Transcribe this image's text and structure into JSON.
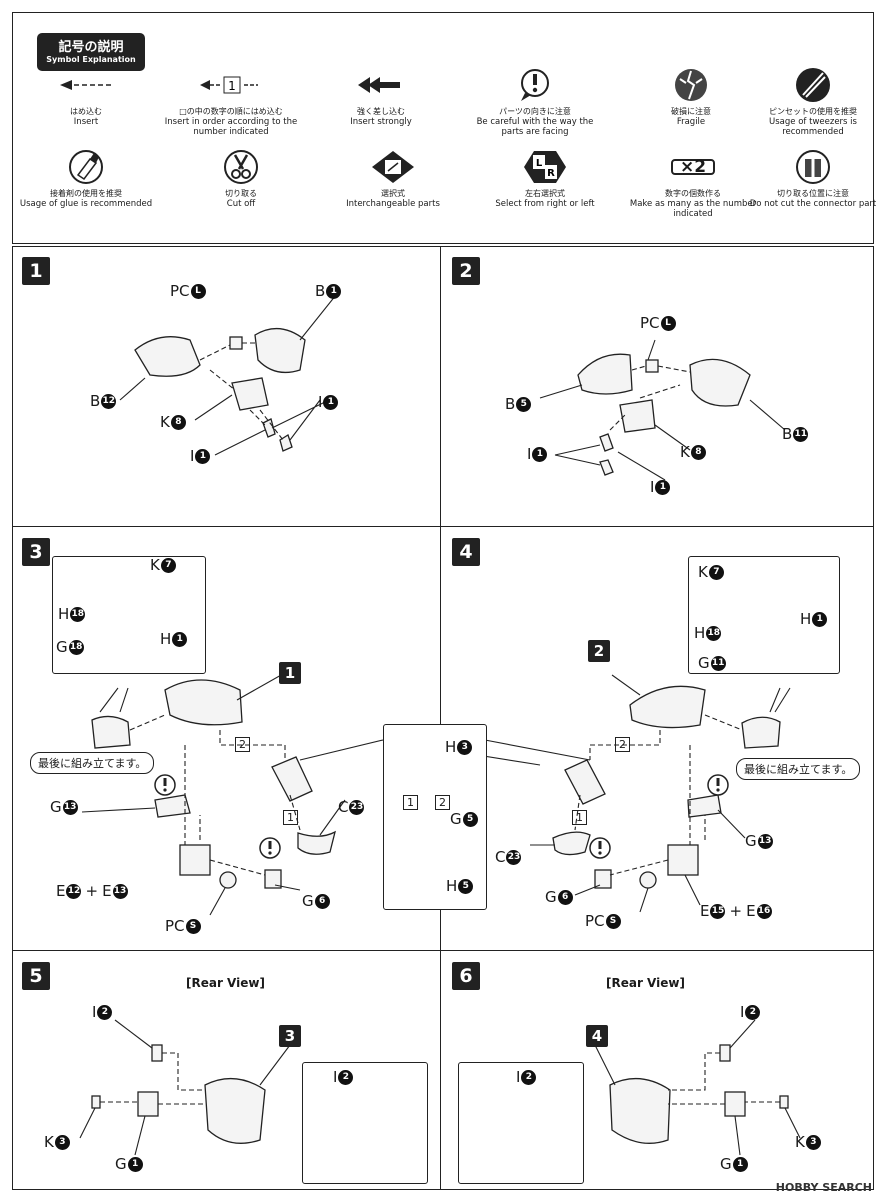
{
  "legend": {
    "title_jp": "記号の説明",
    "title_en": "Symbol Explanation",
    "symbols": [
      {
        "jp": "はめ込む",
        "en": "Insert",
        "icon": "insert-arrow-icon"
      },
      {
        "jp": "□の中の数字の順にはめ込む",
        "en": "Insert in order according to the number indicated",
        "icon": "numbered-insert-icon",
        "num": "1"
      },
      {
        "jp": "強く差し込む",
        "en": "Insert strongly",
        "icon": "insert-strongly-icon"
      },
      {
        "jp": "パーツの向きに注意",
        "en": "Be careful with the way the parts are facing",
        "icon": "caution-icon"
      },
      {
        "jp": "破損に注意",
        "en": "Fragile",
        "icon": "fragile-icon"
      },
      {
        "jp": "ピンセットの使用を推奨",
        "en": "Usage of tweezers is recommended",
        "icon": "tweezers-icon"
      },
      {
        "jp": "接着剤の使用を推奨",
        "en": "Usage of glue is recommended",
        "icon": "glue-icon"
      },
      {
        "jp": "切り取る",
        "en": "Cut off",
        "icon": "cut-off-icon"
      },
      {
        "jp": "選択式",
        "en": "Interchangeable parts",
        "icon": "interchangeable-icon"
      },
      {
        "jp": "左右選択式",
        "en": "Select from right or left",
        "icon": "left-right-select-icon"
      },
      {
        "jp": "数字の個数作る",
        "en": "Make as many as the number indicated",
        "icon": "multiply-icon",
        "num": "×2"
      },
      {
        "jp": "切り取る位置に注意",
        "en": "Do not cut the connector part",
        "icon": "cut-position-icon"
      }
    ]
  },
  "steps": {
    "s1": {
      "num": "1",
      "labels": [
        [
          "PC",
          "L"
        ],
        [
          "B",
          "1"
        ],
        [
          "B",
          "12"
        ],
        [
          "K",
          "8"
        ],
        [
          "I",
          "1"
        ],
        [
          "I",
          "1"
        ]
      ]
    },
    "s2": {
      "num": "2",
      "labels": [
        [
          "PC",
          "L"
        ],
        [
          "B",
          "5"
        ],
        [
          "B",
          "11"
        ],
        [
          "K",
          "8"
        ],
        [
          "I",
          "1"
        ],
        [
          "I",
          "1"
        ]
      ]
    },
    "s3": {
      "num": "3",
      "ref": "1",
      "note": "最後に組み立てます。",
      "labels": [
        [
          "K",
          "7"
        ],
        [
          "H",
          "18"
        ],
        [
          "H",
          "1"
        ],
        [
          "G",
          "18"
        ],
        [
          "G",
          "13"
        ],
        [
          "E",
          "12"
        ],
        [
          "E",
          "13"
        ],
        [
          "C",
          "23"
        ],
        [
          "G",
          "6"
        ],
        [
          "PC",
          "S"
        ]
      ]
    },
    "s4": {
      "num": "4",
      "ref": "2",
      "note": "最後に組み立てます。",
      "labels": [
        [
          "K",
          "7"
        ],
        [
          "H",
          "18"
        ],
        [
          "H",
          "1"
        ],
        [
          "G",
          "11"
        ],
        [
          "G",
          "13"
        ],
        [
          "E",
          "15"
        ],
        [
          "E",
          "16"
        ],
        [
          "C",
          "23"
        ],
        [
          "G",
          "6"
        ],
        [
          "PC",
          "S"
        ]
      ]
    },
    "center": {
      "labels": [
        [
          "H",
          "3"
        ],
        [
          "G",
          "5"
        ],
        [
          "H",
          "5"
        ]
      ],
      "order": [
        "1",
        "2"
      ]
    },
    "s5": {
      "num": "5",
      "ref": "3",
      "title": "[Rear View]",
      "labels": [
        [
          "I",
          "2"
        ],
        [
          "K",
          "3"
        ],
        [
          "G",
          "1"
        ],
        [
          "I",
          "2"
        ]
      ]
    },
    "s6": {
      "num": "6",
      "ref": "4",
      "title": "[Rear View]",
      "labels": [
        [
          "I",
          "2"
        ],
        [
          "K",
          "3"
        ],
        [
          "G",
          "1"
        ],
        [
          "I",
          "2"
        ]
      ]
    },
    "plus": "+"
  },
  "watermark": "HOBBY SEARCH"
}
